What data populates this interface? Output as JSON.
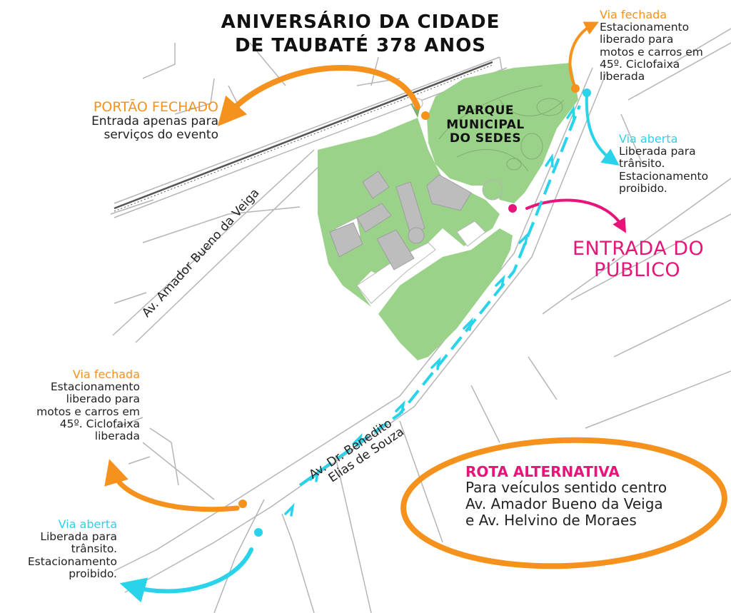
{
  "title": {
    "line1": "ANIVERSÁRIO DA CIDADE",
    "line2": "DE TAUBATÉ 378 ANOS"
  },
  "park": {
    "line1": "PARQUE",
    "line2": "MUNICIPAL",
    "line3": "DO SEDES"
  },
  "gate": {
    "heading": "PORTÃO FECHADO",
    "line1": "Entrada apenas para",
    "line2": "serviços do evento"
  },
  "top_right_closed": {
    "heading": "Via fechada",
    "line1": "Estacionamento",
    "line2": "liberado para",
    "line3": "motos e carros em",
    "line4": "45º. Ciclofaixa",
    "line5": "liberada"
  },
  "top_right_open": {
    "heading": "Via aberta",
    "line1": "Liberada para",
    "line2": "trânsito.",
    "line3": "Estacionamento",
    "line4": "proibido."
  },
  "public_entrance": {
    "line1": "ENTRADA DO",
    "line2": "PÚBLICO"
  },
  "bottom_left_closed": {
    "heading": "Via fechada",
    "line1": "Estacionamento",
    "line2": "liberado para",
    "line3": "motos e carros em",
    "line4": "45º. Ciclofaixa",
    "line5": "liberada"
  },
  "bottom_left_open": {
    "heading": "Via aberta",
    "line1": "Liberada para",
    "line2": "trânsito.",
    "line3": "Estacionamento",
    "line4": "proibido."
  },
  "roads": {
    "amador": "Av. Amador Bueno da Veiga",
    "benedito_line1": "Av. Dr. Benedito",
    "benedito_line2": "Elias de Souza"
  },
  "alternative": {
    "heading": "ROTA ALTERNATIVA",
    "line1": "Para veículos sentido centro",
    "line2": "Av. Amador Bueno da Veiga",
    "line3": "e Av. Helvino de Moraes"
  },
  "colors": {
    "orange": "#F5921E",
    "cyan": "#29D3EA",
    "magenta": "#E5157A",
    "park_green": "#9AD28A",
    "building_gray": "#BDBDBD"
  }
}
